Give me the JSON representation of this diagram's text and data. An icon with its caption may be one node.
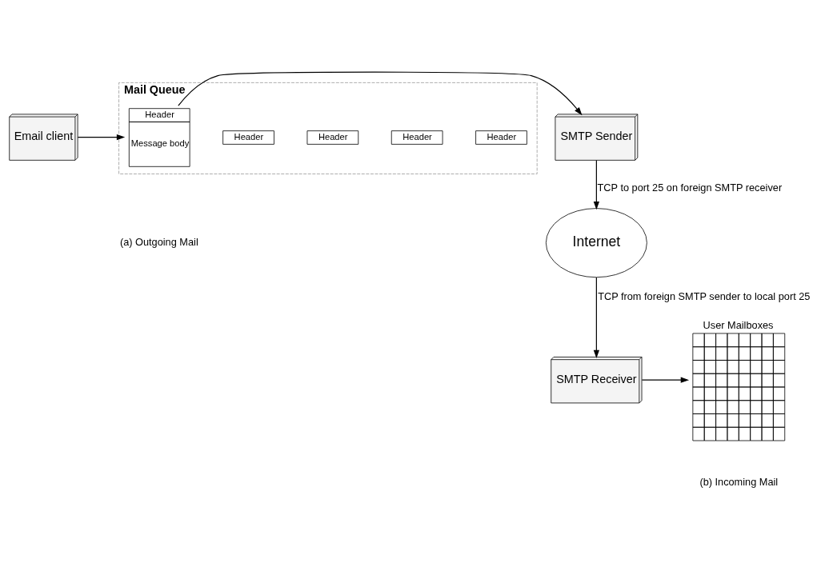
{
  "diagram": {
    "nodes": [
      {
        "text": [
          "Email client"
        ]
      },
      {
        "text": [
          "Mail Queue"
        ]
      },
      {
        "text": [
          "Header"
        ],
        "in": 1
      },
      {
        "text": [
          "Header"
        ],
        "in": 1
      },
      {
        "text": [
          "Header"
        ],
        "in": 1
      },
      {
        "text": [
          "Header"
        ],
        "in": 1
      },
      {
        "text": [
          "Header",
          "Message body"
        ],
        "in": 1
      },
      {
        "text": [
          "SMTP Sender"
        ]
      },
      {
        "text": [
          "Internet"
        ]
      },
      {
        "text": [
          "SMTP Receiver"
        ]
      },
      {
        "text": [
          "User Mailboxes"
        ]
      }
    ],
    "edges": [
      {
        "from": 0,
        "to": 6,
        "arrow": "to"
      },
      {
        "from": 6,
        "to": 7,
        "arrow": "to"
      },
      {
        "from": 7,
        "to": 8,
        "arrow": "to",
        "label": "TCP to port 25 on foreign SMTP receiver"
      },
      {
        "from": 8,
        "to": 9,
        "arrow": "to",
        "label": "TCP from foreign SMTP sender to local port 25"
      },
      {
        "from": 9,
        "to": 10,
        "arrow": "to"
      }
    ],
    "labels": [
      "(a) Outgoing Mail",
      "(b) Incoming Mail"
    ]
  }
}
